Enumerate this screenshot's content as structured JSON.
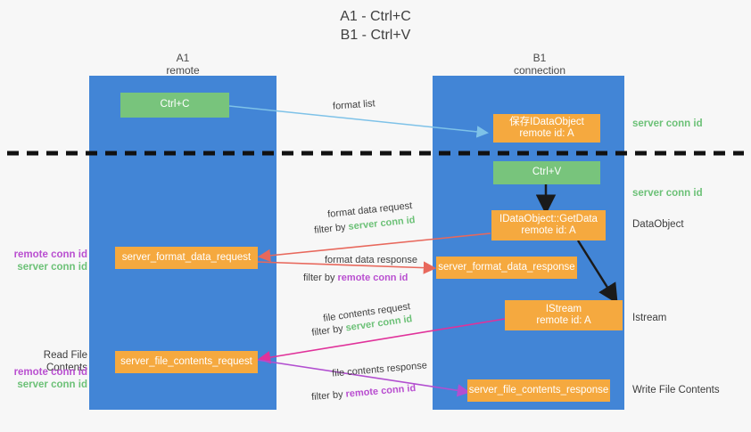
{
  "title": {
    "line1": "A1 - Ctrl+C",
    "line2": "B1 - Ctrl+V"
  },
  "columns": [
    {
      "name": "A1",
      "sub": "remote"
    },
    {
      "name": "B1",
      "sub": "connection"
    }
  ],
  "boxes": {
    "ctrl_c": "Ctrl+C",
    "save_idataobject_l1": "保存IDataObject",
    "save_idataobject_l2": "remote id: A",
    "ctrl_v": "Ctrl+V",
    "getdata_l1": "IDataObject::GetData",
    "getdata_l2": "remote id: A",
    "istream_l1": "IStream",
    "istream_l2": "remote id: A",
    "server_format_data_request": "server_format_data_request",
    "server_format_data_response": "server_format_data_response",
    "server_file_contents_request": "server_file_contents_request",
    "server_file_contents_response": "server_file_contents_response"
  },
  "right_labels": [
    {
      "text": "server conn id",
      "style": "green"
    },
    {
      "text": "server conn id",
      "style": "green"
    },
    {
      "text": "DataObject",
      "style": "plain"
    },
    {
      "text": "Istream",
      "style": "plain"
    },
    {
      "text": "Write File Contents",
      "style": "plain"
    }
  ],
  "left_labels": {
    "group1_line1": "remote conn id",
    "group1_line2": "server conn id",
    "read_file_contents": "Read File Contents",
    "group2_line1": "remote conn id",
    "group2_line2": "server conn id"
  },
  "arrow_labels": {
    "format_list": "format list",
    "format_data_request": "format data request",
    "format_data_request_filter_prefix": "filter by ",
    "format_data_request_filter_value": "server conn id",
    "format_data_response": "format data response",
    "format_data_response_filter_prefix": "filter by ",
    "format_data_response_filter_value": "remote conn id",
    "file_contents_request": "file contents request",
    "file_contents_request_filter_prefix": "filter by ",
    "file_contents_request_filter_value": "server conn id",
    "file_contents_response": "file contents response",
    "file_contents_response_filter_prefix": "filter by ",
    "file_contents_response_filter_value": "remote conn id"
  },
  "colors": {
    "lane": "#4285d6",
    "orange": "#f5a93f",
    "green": "#78c47c",
    "blue_arrow": "#7ec2e8",
    "red_arrow": "#e8685c",
    "magenta_arrow": "#e0329a",
    "purple_arrow": "#b24fd0",
    "black_arrow": "#1a1a1a",
    "green_text": "#6cc177",
    "purple_text": "#b94fd0",
    "background": "#f7f7f7"
  }
}
